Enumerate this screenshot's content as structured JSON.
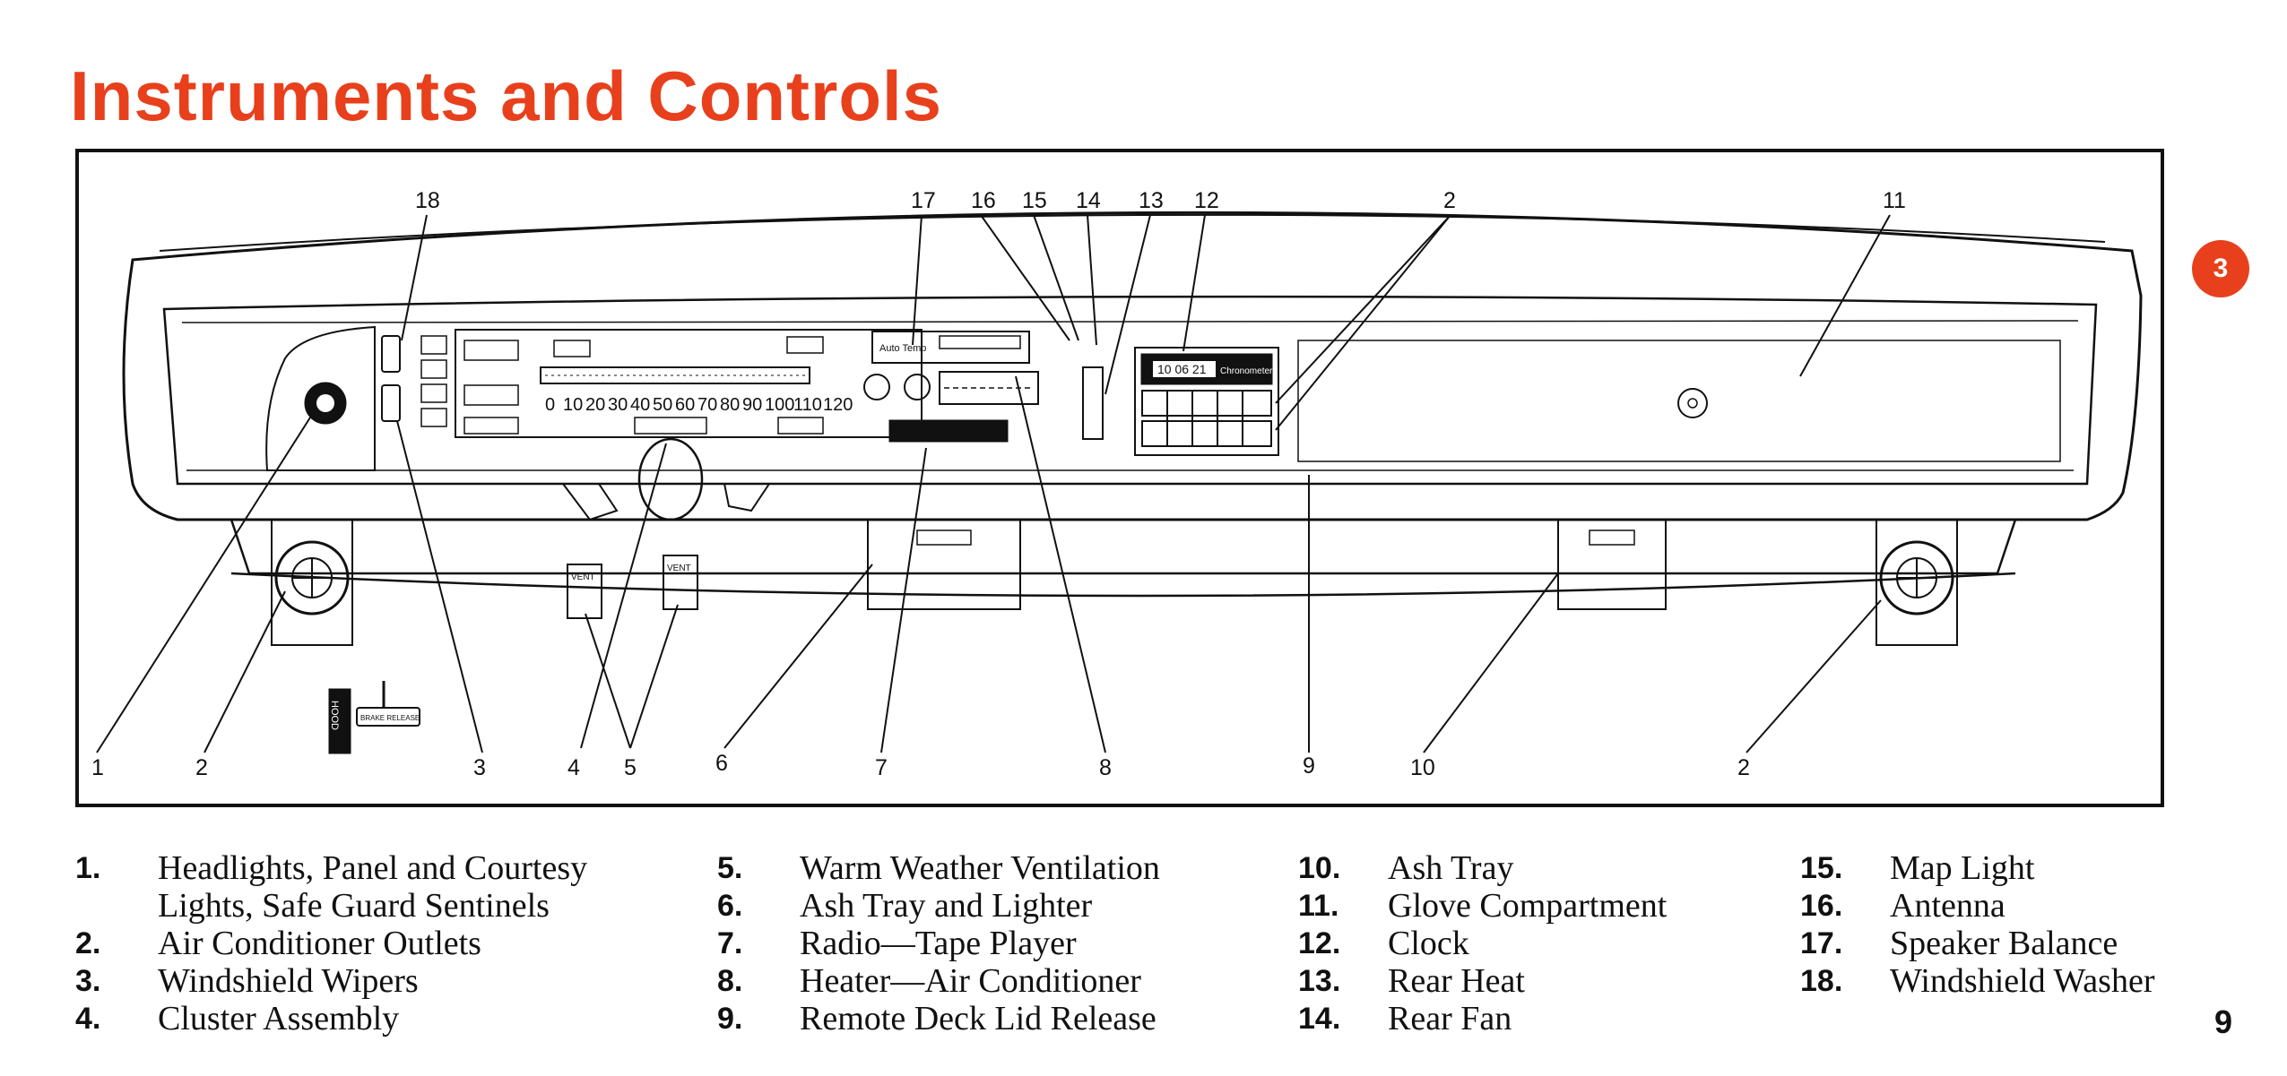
{
  "page": {
    "title": "Instruments and Controls",
    "chapter_badge": "3",
    "page_number": "9"
  },
  "diagram": {
    "callouts": [
      "18",
      "17",
      "16",
      "15",
      "14",
      "13",
      "12",
      "2",
      "11",
      "1",
      "2",
      "3",
      "4",
      "5",
      "6",
      "7",
      "8",
      "9",
      "10",
      "2"
    ],
    "speedometer_ticks": [
      "0",
      "10",
      "20",
      "30",
      "40",
      "50",
      "60",
      "70",
      "80",
      "90",
      "100",
      "110",
      "120"
    ],
    "clock_readout": "10 06 21",
    "vent_label": "VENT",
    "hood_label": "HOOD",
    "brake_release_label": "BRAKE RELEASE",
    "auto_temp_label": "Auto Temp",
    "clock_brand": "Chronometer"
  },
  "legend": {
    "columns": [
      [
        {
          "num": "1.",
          "text": "Headlights, Panel and Courtesy",
          "text2": "Lights, Safe Guard Sentinels"
        },
        {
          "num": "2.",
          "text": "Air Conditioner Outlets"
        },
        {
          "num": "3.",
          "text": "Windshield Wipers"
        },
        {
          "num": "4.",
          "text": "Cluster Assembly"
        }
      ],
      [
        {
          "num": "5.",
          "text": "Warm Weather Ventilation"
        },
        {
          "num": "6.",
          "text": "Ash Tray and Lighter"
        },
        {
          "num": "7.",
          "text": "Radio—Tape Player"
        },
        {
          "num": "8.",
          "text": "Heater—Air Conditioner"
        },
        {
          "num": "9.",
          "text": "Remote Deck Lid Release"
        }
      ],
      [
        {
          "num": "10.",
          "text": "Ash Tray"
        },
        {
          "num": "11.",
          "text": "Glove Compartment"
        },
        {
          "num": "12.",
          "text": "Clock"
        },
        {
          "num": "13.",
          "text": "Rear Heat"
        },
        {
          "num": "14.",
          "text": "Rear Fan"
        }
      ],
      [
        {
          "num": "15.",
          "text": "Map Light"
        },
        {
          "num": "16.",
          "text": "Antenna"
        },
        {
          "num": "17.",
          "text": "Speaker Balance"
        },
        {
          "num": "18.",
          "text": "Windshield Washer"
        }
      ]
    ]
  }
}
